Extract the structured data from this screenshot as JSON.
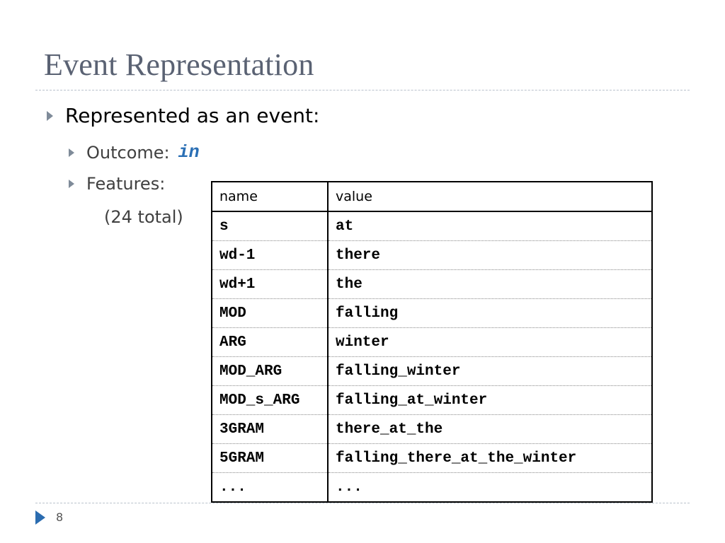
{
  "slide": {
    "title": "Event Representation",
    "page_number": "8"
  },
  "bullets": {
    "main": "Represented as an event:",
    "outcome_label": "Outcome:",
    "outcome_value": "in",
    "features_label": "Features:",
    "features_total": "(24 total)"
  },
  "table": {
    "headers": [
      "name",
      "value"
    ],
    "rows": [
      [
        "s",
        "at"
      ],
      [
        "wd-1",
        "there"
      ],
      [
        "wd+1",
        "the"
      ],
      [
        "MOD",
        "falling"
      ],
      [
        "ARG",
        "winter"
      ],
      [
        "MOD_ARG",
        "falling_winter"
      ],
      [
        "MOD_s_ARG",
        "falling_at_winter"
      ],
      [
        "3GRAM",
        "there_at_the"
      ],
      [
        "5GRAM",
        "falling_there_at_the_winter"
      ],
      [
        "...",
        "..."
      ]
    ]
  },
  "colors": {
    "title": "#5a6273",
    "bullet_arrow": "#7f8b99",
    "outcome_value": "#2a6fb5",
    "footer_arrow": "#2b6cb0"
  },
  "icons": {
    "bullet": "triangle-right-icon",
    "footer": "triangle-right-icon"
  }
}
